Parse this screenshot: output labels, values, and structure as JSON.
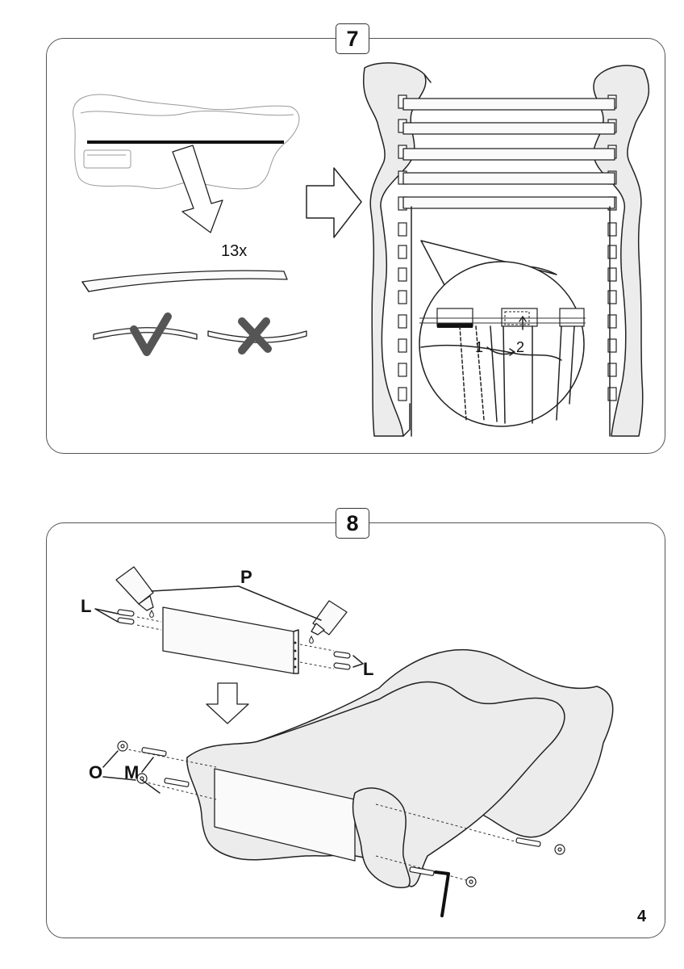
{
  "steps": [
    {
      "number": "7",
      "slat_count": "13x"
    },
    {
      "number": "8",
      "parts": {
        "P": "P",
        "L_left": "L",
        "L_right": "L",
        "O": "O",
        "M": "M"
      }
    }
  ],
  "zoom_markers": {
    "first": "1",
    "second": "2"
  },
  "page_number": "4"
}
